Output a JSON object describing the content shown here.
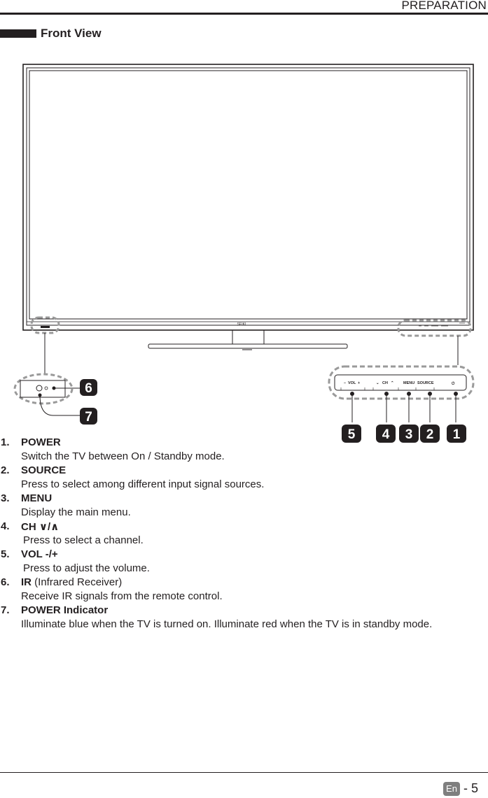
{
  "header": {
    "title": "PREPARATION"
  },
  "section": {
    "title": "Front View"
  },
  "tv": {
    "brand_logo": "SEIKI",
    "panel_labels": {
      "vol": "VOL",
      "ch": "CH",
      "menu": "MENU",
      "source": "SOURCE"
    }
  },
  "callouts": [
    "1",
    "2",
    "3",
    "4",
    "5",
    "6",
    "7"
  ],
  "items": [
    {
      "num": "1.",
      "title": "POWER",
      "desc": "Switch the TV between On / Standby mode."
    },
    {
      "num": "2.",
      "title": "SOURCE",
      "desc": "Press to select among different input signal sources."
    },
    {
      "num": "3.",
      "title": "MENU",
      "desc": "Display the main menu."
    },
    {
      "num": "4.",
      "title": "CH ∨/∧",
      "desc": "Press to select a channel."
    },
    {
      "num": "5.",
      "title": "VOL -/+",
      "desc": "Press to adjust the volume."
    },
    {
      "num": "6.",
      "title": "IR",
      "title_suffix": "(Infrared Receiver)",
      "desc": "Receive IR signals from the remote control."
    },
    {
      "num": "7.",
      "title": "POWER Indicator",
      "desc": "Illuminate blue when the TV is turned on. Illuminate red when the TV is in standby mode."
    }
  ],
  "footer": {
    "lang": "En",
    "page": "- 5"
  },
  "colors": {
    "ink": "#231f20",
    "dashed_highlight": "#9a9a9a",
    "badge": "#231f20"
  }
}
